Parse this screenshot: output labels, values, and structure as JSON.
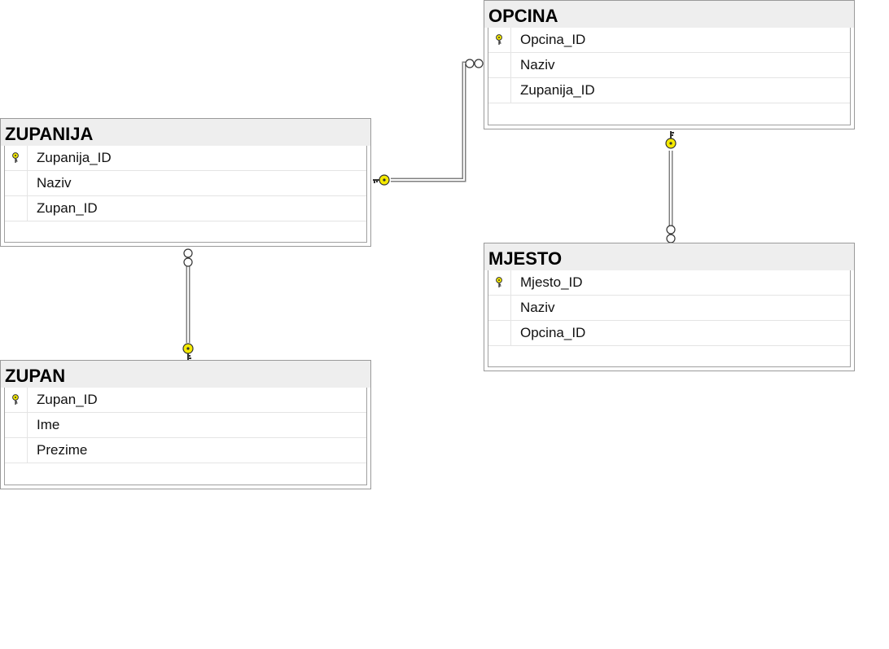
{
  "diagram": {
    "tables": [
      {
        "id": "zupanija",
        "title": "ZUPANIJA",
        "columns": [
          {
            "name": "Zupanija_ID",
            "primary_key": true
          },
          {
            "name": "Naziv",
            "primary_key": false
          },
          {
            "name": "Zupan_ID",
            "primary_key": false
          }
        ]
      },
      {
        "id": "zupan",
        "title": "ZUPAN",
        "columns": [
          {
            "name": "Zupan_ID",
            "primary_key": true
          },
          {
            "name": "Ime",
            "primary_key": false
          },
          {
            "name": "Prezime",
            "primary_key": false
          }
        ]
      },
      {
        "id": "opcina",
        "title": "OPCINA",
        "columns": [
          {
            "name": "Opcina_ID",
            "primary_key": true
          },
          {
            "name": "Naziv",
            "primary_key": false
          },
          {
            "name": "Zupanija_ID",
            "primary_key": false
          }
        ]
      },
      {
        "id": "mjesto",
        "title": "MJESTO",
        "columns": [
          {
            "name": "Mjesto_ID",
            "primary_key": true
          },
          {
            "name": "Naziv",
            "primary_key": false
          },
          {
            "name": "Opcina_ID",
            "primary_key": false
          }
        ]
      }
    ],
    "relationships": [
      {
        "one": "zupanija",
        "many": "opcina",
        "key_icon": "key-icon",
        "many_icon": "infinity-icon"
      },
      {
        "one": "opcina",
        "many": "mjesto",
        "key_icon": "key-icon",
        "many_icon": "infinity-icon"
      },
      {
        "one": "zupan",
        "many": "zupanija",
        "key_icon": "key-icon",
        "many_icon": "infinity-icon"
      }
    ],
    "colors": {
      "key": "#f5ea00",
      "title_bar": "#eeeeee",
      "border": "#9a9a9a",
      "connector": "#808080"
    }
  }
}
